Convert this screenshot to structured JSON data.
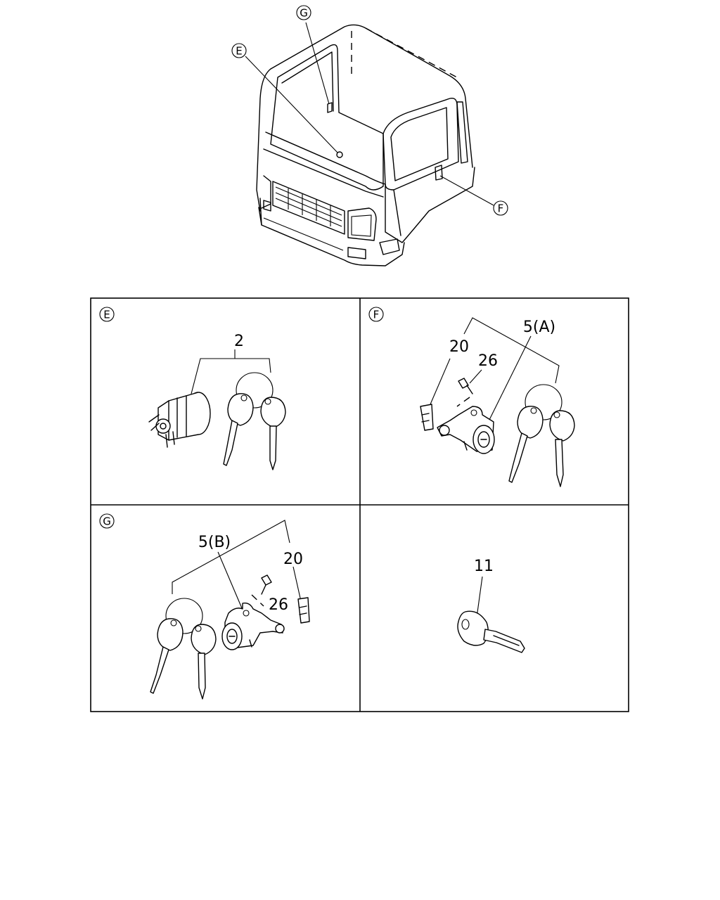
{
  "callouts": {
    "cab_E": "E",
    "cab_F": "F",
    "cab_G": "G",
    "panel_E": "E",
    "panel_F": "F",
    "panel_G": "G"
  },
  "part_numbers": {
    "panel_E_ignition_set": "2",
    "panel_F_bracket": "20",
    "panel_F_screw": "26",
    "panel_F_lock_cylinder": "5(A)",
    "panel_G_lock_cylinder": "5(B)",
    "panel_G_bracket": "20",
    "panel_G_screw": "26",
    "blank_key": "11"
  }
}
